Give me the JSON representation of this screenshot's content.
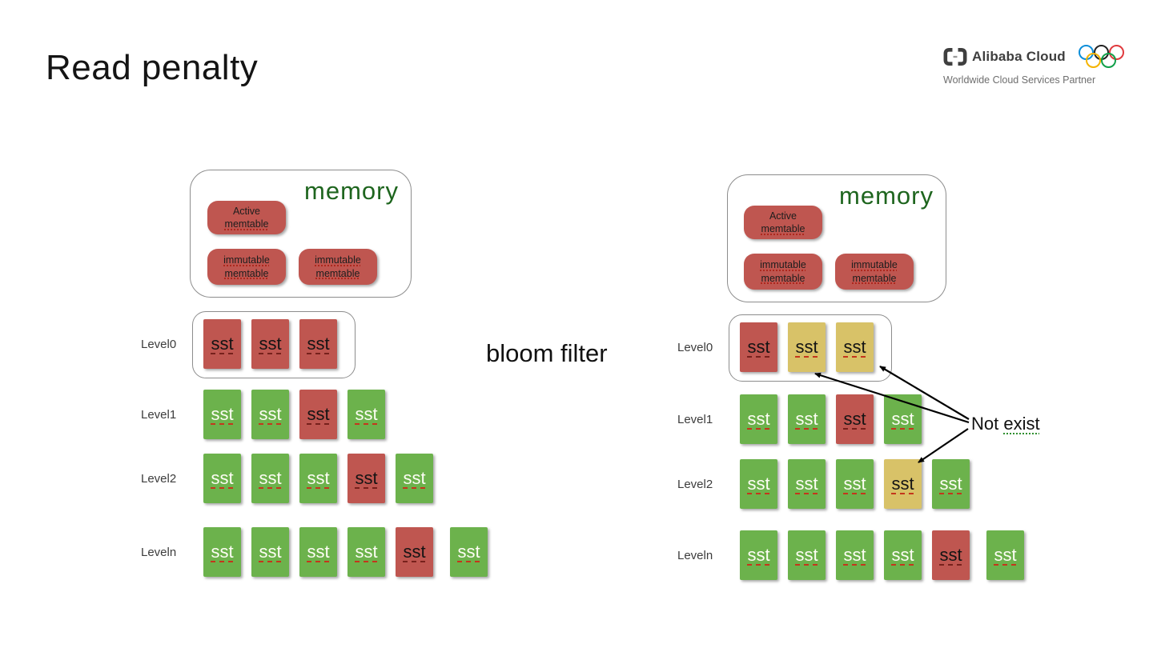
{
  "slide": {
    "title": "Read penalty",
    "center_label": "bloom filter",
    "annotation": {
      "prefix": "Not ",
      "word": "exist"
    }
  },
  "logo": {
    "brand": "Alibaba Cloud",
    "tagline": "Worldwide Cloud Services Partner",
    "icon": "alibaba-cloud-brackets-icon",
    "ring_colors": [
      "#0c8ed9",
      "#222222",
      "#e03a3e",
      "#f5b400",
      "#11a04a"
    ]
  },
  "colors": {
    "red": "#bf5650",
    "green": "#6cb24c",
    "yellow": "#d8c268",
    "memory_label_green": "#1e651e"
  },
  "memory": {
    "label": "memory",
    "active": {
      "line1": "Active",
      "line2": "memtable"
    },
    "immutable": {
      "line1": "immutable",
      "line2": "memtable"
    }
  },
  "sst_label": "sst",
  "diagrams": [
    {
      "name": "lsm-tree-without-bloom-filter",
      "levels": [
        {
          "label": "Level0",
          "boxed": true,
          "blocks": [
            "red",
            "red",
            "red"
          ]
        },
        {
          "label": "Level1",
          "boxed": false,
          "blocks": [
            "green",
            "green",
            "red",
            "green"
          ]
        },
        {
          "label": "Level2",
          "boxed": false,
          "blocks": [
            "green",
            "green",
            "green",
            "red",
            "green"
          ]
        },
        {
          "label": "Leveln",
          "boxed": false,
          "blocks": [
            "green",
            "green",
            "green",
            "green",
            "red",
            "green"
          ],
          "wide_last_gap": true
        }
      ]
    },
    {
      "name": "lsm-tree-with-bloom-filter",
      "levels": [
        {
          "label": "Level0",
          "boxed": true,
          "blocks": [
            "red",
            "yellow",
            "yellow"
          ]
        },
        {
          "label": "Level1",
          "boxed": false,
          "blocks": [
            "green",
            "green",
            "red",
            "green"
          ]
        },
        {
          "label": "Level2",
          "boxed": false,
          "blocks": [
            "green",
            "green",
            "green",
            "yellow",
            "green"
          ]
        },
        {
          "label": "Leveln",
          "boxed": false,
          "blocks": [
            "green",
            "green",
            "green",
            "green",
            "red",
            "green"
          ],
          "wide_last_gap": true
        }
      ]
    }
  ]
}
